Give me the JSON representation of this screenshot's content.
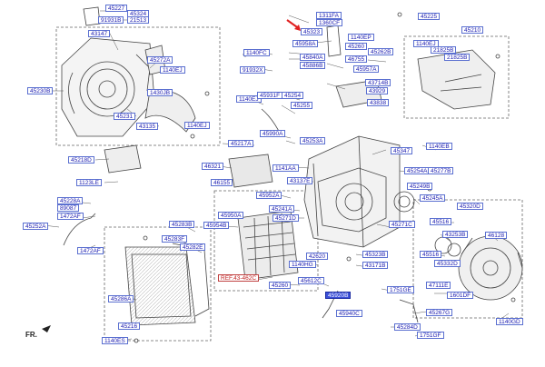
{
  "diagram": {
    "labels": [
      "45227",
      "45324",
      "91931B",
      "21513",
      "43147",
      "45272A",
      "1140EJ",
      "45230B",
      "1430JB",
      "45231",
      "43135",
      "1140EJ",
      "1311FA",
      "1360CF",
      "45225",
      "45323",
      "1140EP",
      "45958A",
      "45260",
      "45840A",
      "46755",
      "45262B",
      "45886B",
      "45957A",
      "1140EJ",
      "45210",
      "21825B",
      "21825B",
      "1140FC",
      "91932X",
      "43714B",
      "43929",
      "43838",
      "1140EJ",
      "45931F",
      "45254",
      "45255",
      "45990A",
      "45253A",
      "45347",
      "1140EB",
      "45218D",
      "45217A",
      "46321",
      "1141AA",
      "43137E",
      "45254A",
      "45277B",
      "46155",
      "1123LE",
      "45952A",
      "45241A",
      "45271D",
      "45249B",
      "45245A",
      "45228A",
      "89087",
      "1472AF",
      "45252A",
      "1472AF",
      "45950A",
      "45954B",
      "45271C",
      "45320D",
      "45516",
      "43253B",
      "46128",
      "45283B",
      "45283F",
      "45282E",
      "42620",
      "1140HG",
      "45323B",
      "43171B",
      "45516",
      "45332D",
      "REF.43-462C",
      "45612C",
      "45260",
      "1751GE",
      "45920B",
      "47111E",
      "1601DF",
      "45286A",
      "45940C",
      "45267G",
      "45284D",
      "1140GD",
      "45216",
      "1751GF",
      "1140ES"
    ],
    "highlighted_label": "45920B",
    "front_marker": "FR.",
    "arrow_color": "#e02020",
    "label_color": "#1a1ab0",
    "label_border_color": "#5a6fd0",
    "highlight_color": "#3b4fd8"
  }
}
